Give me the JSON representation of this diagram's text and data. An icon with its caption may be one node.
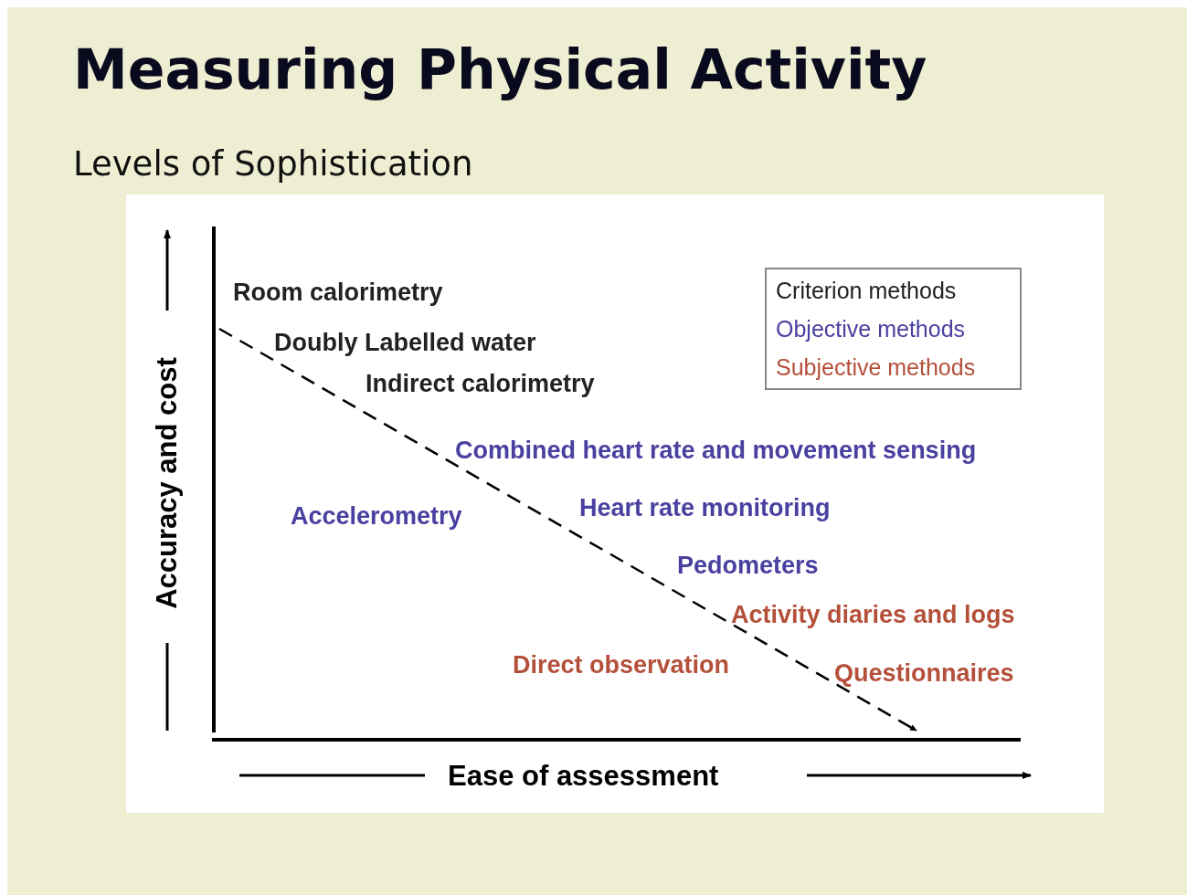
{
  "diagram": {
    "title": "Measuring Physical Activity",
    "labels": [
      "Levels of Sophistication",
      "Room calorimetry",
      "Doubly Labelled water",
      "Indirect calorimetry",
      "Combined heart rate and movement sensing",
      "Accelerometry",
      "Heart rate monitoring",
      "Pedometers",
      "Activity diaries and logs",
      "Direct observation",
      "Questionnaires",
      "Accuracy and cost",
      "Ease of assessment"
    ],
    "legend": [
      {
        "text": "Criterion methods",
        "color": "#222222"
      },
      {
        "text": "Objective methods",
        "color": "#4a40a0"
      },
      {
        "text": "Subjective methods",
        "color": "#b4503a"
      }
    ]
  }
}
